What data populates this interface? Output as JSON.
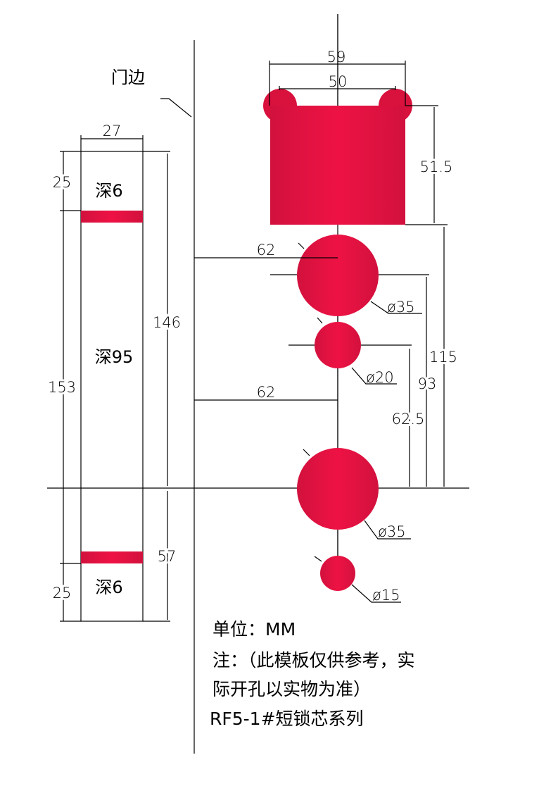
{
  "title_label": "门边",
  "colors": {
    "hole_fill": "#e8103f",
    "hole_edge": "#d2113d"
  },
  "left_template": {
    "width_dim": "27",
    "top_depth": "25",
    "total_span": "153",
    "bottom_depth": "25",
    "right_dim_upper": "146",
    "right_dim_lower": "57",
    "top_label": "深6",
    "middle_label": "深95",
    "bottom_label": "深6"
  },
  "right_template": {
    "outer_width": "59",
    "inner_width": "50",
    "cylinder_height": "51.5",
    "backset_upper": "62",
    "backset_lower": "62",
    "dim_62_5": "62.5",
    "dim_93": "93",
    "dim_115": "115",
    "hole1_diameter": "ø35",
    "hole2_diameter": "ø20",
    "hole3_diameter": "ø35",
    "hole4_diameter": "ø15"
  },
  "notes": {
    "unit": "单位：MM",
    "note_line1": "注：（此模板仅供参考，实",
    "note_line2": "际开孔以实物为准）",
    "series": "RF5-1#短锁芯系列"
  }
}
